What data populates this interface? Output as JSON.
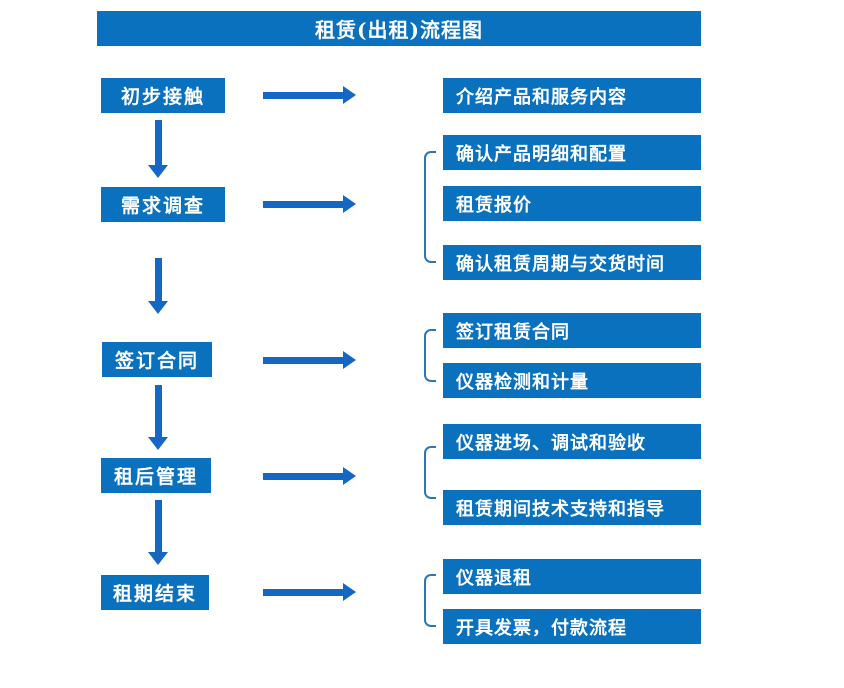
{
  "title": "租赁(出租)流程图",
  "colors": {
    "box_blue": "#0971BE",
    "arrow_blue": "#1567C4",
    "bracket_blue": "#2E75B6",
    "text_white": "#ffffff"
  },
  "steps": [
    {
      "label": "初步接触",
      "details": [
        "介绍产品和服务内容"
      ]
    },
    {
      "label": "需求调查",
      "details": [
        "确认产品明细和配置",
        "租赁报价",
        "确认租赁周期与交货时间"
      ]
    },
    {
      "label": "签订合同",
      "details": [
        "签订租赁合同",
        "仪器检测和计量"
      ]
    },
    {
      "label": "租后管理",
      "details": [
        "仪器进场、调试和验收",
        "租赁期间技术支持和指导"
      ]
    },
    {
      "label": "租期结束",
      "details": [
        "仪器退租",
        "开具发票，付款流程"
      ]
    }
  ]
}
